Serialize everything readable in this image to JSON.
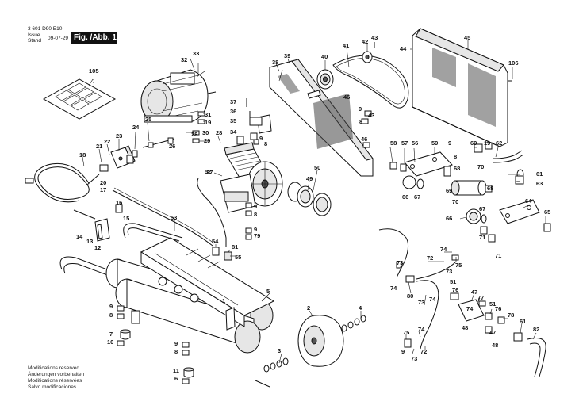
{
  "header": {
    "doc_number": "3 601 D90 E10",
    "issue_label": "Issue",
    "stand_label": "Stand",
    "date": "09-07-29",
    "figure": "Fig. /Abb. 1"
  },
  "footer": {
    "lines": [
      "Modifications reserved",
      "Änderungen vorbehalten",
      "Modifications réservées",
      "Salvo modificaciones"
    ]
  },
  "callouts": {
    "c1": "1",
    "c2": "2",
    "c3": "3",
    "c4": "4",
    "c5": "5",
    "c6": "6",
    "c7": "7",
    "c8": "8",
    "c9": "9",
    "c10": "10",
    "c11": "11",
    "c12": "12",
    "c13": "13",
    "c14": "14",
    "c15": "15",
    "c16": "16",
    "c17": "17",
    "c18": "18",
    "c19": "19",
    "c20": "20",
    "c21": "21",
    "c22": "22",
    "c23": "23",
    "c24": "24",
    "c25": "25",
    "c26": "26",
    "c27": "27",
    "c28": "28",
    "c29": "29",
    "c30": "30",
    "c31": "31",
    "c32": "32",
    "c33": "33",
    "c34": "34",
    "c35": "35",
    "c36": "36",
    "c37": "37",
    "c38": "38",
    "c39": "39",
    "c40": "40",
    "c41": "41",
    "c42": "42",
    "c43": "43",
    "c44": "44",
    "c45": "45",
    "c46": "46",
    "c47": "47",
    "c48": "48",
    "c49": "49",
    "c50": "50",
    "c51": "51",
    "c52": "52",
    "c53": "53",
    "c54": "54",
    "c55": "55",
    "c56": "56",
    "c57": "57",
    "c58": "58",
    "c59": "59",
    "c60": "60",
    "c61": "61",
    "c62": "62",
    "c63": "63",
    "c64": "64",
    "c65": "65",
    "c66": "66",
    "c67": "67",
    "c68": "68",
    "c69": "69",
    "c70": "70",
    "c71": "71",
    "c72": "72",
    "c73": "73",
    "c74": "74",
    "c75": "75",
    "c76": "76",
    "c77": "77",
    "c78": "78",
    "c79": "79",
    "c80": "80",
    "c81": "81",
    "c82": "82",
    "c105": "105",
    "c106": "106"
  }
}
